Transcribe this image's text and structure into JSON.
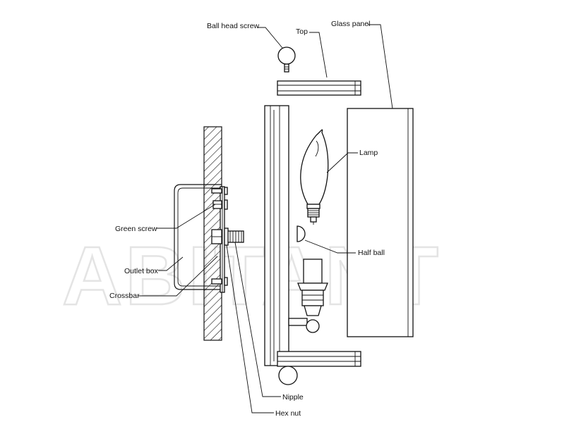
{
  "watermark": "ABITANT",
  "labels": {
    "ball_head_screw": "Ball head screw",
    "top": "Top",
    "glass_panel": "Glass panel",
    "lamp": "Lamp",
    "green_screw": "Green screw",
    "half_ball": "Half ball",
    "outlet_box": "Outlet box",
    "crossbar": "Crossbar",
    "nipple": "Nipple",
    "hex_nut": "Hex nut"
  }
}
